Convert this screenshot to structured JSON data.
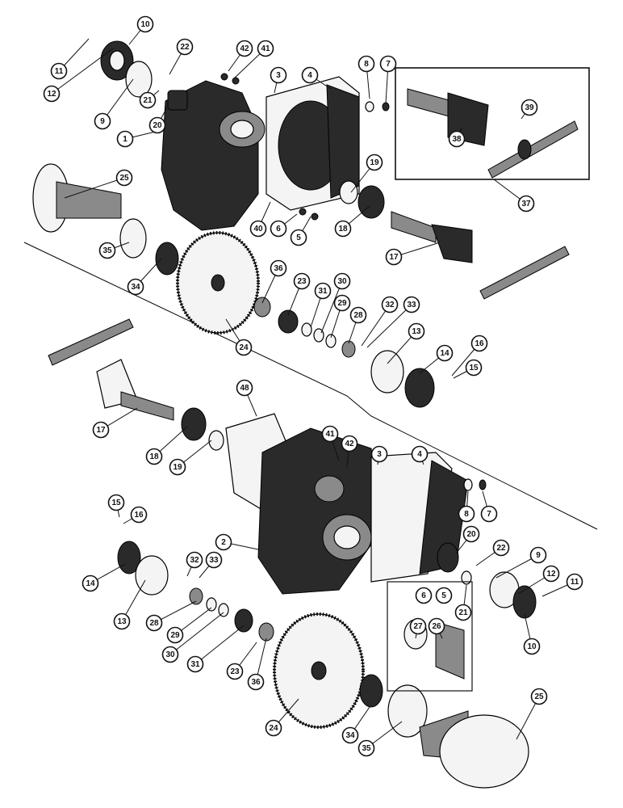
{
  "title": "",
  "inset_parts": [
    "38",
    "39",
    "37"
  ],
  "upper_assembly": {
    "callouts": [
      "10",
      "11",
      "12",
      "9",
      "22",
      "21",
      "20",
      "42",
      "41",
      "3",
      "4",
      "8",
      "7",
      "1",
      "25",
      "19",
      "18",
      "17",
      "40",
      "6",
      "5",
      "35",
      "34",
      "36",
      "23",
      "31",
      "30",
      "29",
      "28",
      "32",
      "33",
      "13",
      "14",
      "16",
      "15",
      "24"
    ]
  },
  "lower_assembly": {
    "callouts": [
      "17",
      "18",
      "19",
      "48",
      "41",
      "42",
      "3",
      "4",
      "8",
      "7",
      "15",
      "16",
      "14",
      "13",
      "32",
      "33",
      "28",
      "29",
      "30",
      "31",
      "23",
      "36",
      "2",
      "20",
      "22",
      "9",
      "12",
      "11",
      "21",
      "6",
      "5",
      "10",
      "27",
      "26",
      "24",
      "34",
      "35",
      "25"
    ]
  },
  "colors": {
    "ink": "#111111",
    "paper": "#ffffff"
  }
}
